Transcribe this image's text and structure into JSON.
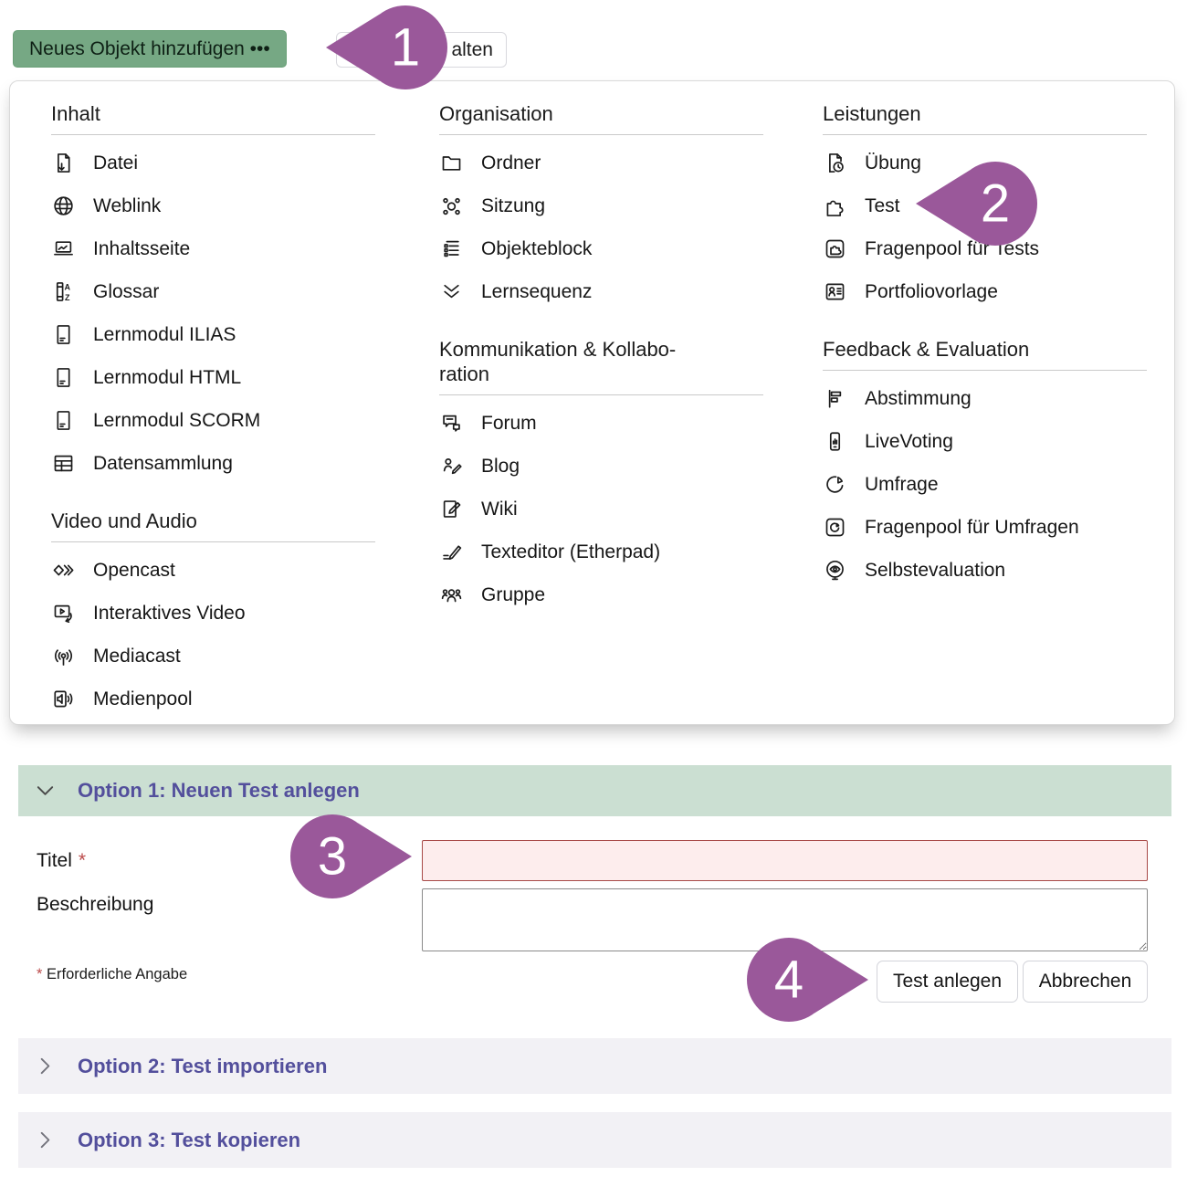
{
  "toolbar": {
    "add_object_button": "Neues Objekt hinzufügen •••",
    "partial_button_visible_text": "alten"
  },
  "menu": {
    "columns": [
      {
        "sections": [
          {
            "title": "Inhalt",
            "items": [
              {
                "icon": "file-icon",
                "label": "Datei"
              },
              {
                "icon": "weblink-icon",
                "label": "Weblink"
              },
              {
                "icon": "content-page-icon",
                "label": "Inhaltsseite"
              },
              {
                "icon": "glossary-icon",
                "label": "Glossar"
              },
              {
                "icon": "learning-module-icon",
                "label": "Lernmodul ILIAS"
              },
              {
                "icon": "learning-module-icon",
                "label": "Lernmodul HTML"
              },
              {
                "icon": "learning-module-icon",
                "label": "Lernmodul SCORM"
              },
              {
                "icon": "data-collection-icon",
                "label": "Datensammlung"
              }
            ]
          },
          {
            "title": "Video und Audio",
            "items": [
              {
                "icon": "opencast-icon",
                "label": "Opencast"
              },
              {
                "icon": "interactive-video-icon",
                "label": "Interaktives Video"
              },
              {
                "icon": "mediacast-icon",
                "label": "Mediacast"
              },
              {
                "icon": "media-pool-icon",
                "label": "Medienpool"
              }
            ]
          }
        ]
      },
      {
        "sections": [
          {
            "title": "Organisation",
            "items": [
              {
                "icon": "folder-icon",
                "label": "Ordner"
              },
              {
                "icon": "session-icon",
                "label": "Sitzung"
              },
              {
                "icon": "item-block-icon",
                "label": "Objekteblock"
              },
              {
                "icon": "learning-sequence-icon",
                "label": "Lernsequenz"
              }
            ]
          },
          {
            "title": "Kommunikation & Kollabo­ration",
            "items": [
              {
                "icon": "forum-icon",
                "label": "Forum"
              },
              {
                "icon": "blog-icon",
                "label": "Blog"
              },
              {
                "icon": "wiki-icon",
                "label": "Wiki"
              },
              {
                "icon": "texteditor-icon",
                "label": "Texteditor (Etherpad)"
              },
              {
                "icon": "group-icon",
                "label": "Gruppe"
              }
            ]
          }
        ]
      },
      {
        "sections": [
          {
            "title": "Leistungen",
            "items": [
              {
                "icon": "exercise-icon",
                "label": "Übung"
              },
              {
                "icon": "test-icon",
                "label": "Test"
              },
              {
                "icon": "question-pool-test-icon",
                "label": "Fragenpool für Tests"
              },
              {
                "icon": "portfolio-template-icon",
                "label": "Portfoliovorlage"
              }
            ]
          },
          {
            "title": "Feedback & Evaluation",
            "items": [
              {
                "icon": "poll-icon",
                "label": "Abstimmung"
              },
              {
                "icon": "live-voting-icon",
                "label": "LiveVoting"
              },
              {
                "icon": "survey-icon",
                "label": "Umfrage"
              },
              {
                "icon": "question-pool-survey-icon",
                "label": "Fragenpool für Umfragen"
              },
              {
                "icon": "self-evaluation-icon",
                "label": "Selbstevaluation"
              }
            ]
          }
        ]
      }
    ]
  },
  "annotations": {
    "markers": [
      {
        "number": "1"
      },
      {
        "number": "2"
      },
      {
        "number": "3"
      },
      {
        "number": "4"
      }
    ]
  },
  "form": {
    "header": "Option 1: Neuen Test anlegen",
    "title_label": "Titel",
    "required_mark": "*",
    "title_value": "",
    "description_label": "Beschreibung",
    "description_value": "",
    "required_note": "Erforderliche Angabe",
    "submit_label": "Test anlegen",
    "cancel_label": "Abbrechen"
  },
  "collapsed_sections": [
    {
      "label": "Option 2: Test importieren"
    },
    {
      "label": "Option 3: Test kopieren"
    }
  ],
  "colors": {
    "primary_button_green": "#76a884",
    "accordion_open_green": "#cbdfd2",
    "accordion_collapsed_grey": "#f2f1f5",
    "heading_purple": "#534f9c",
    "marker_purple": "#9a589a",
    "error_field_bg": "#fdeded",
    "error_field_border": "#a84a48",
    "required_red": "#bb4a4a"
  }
}
